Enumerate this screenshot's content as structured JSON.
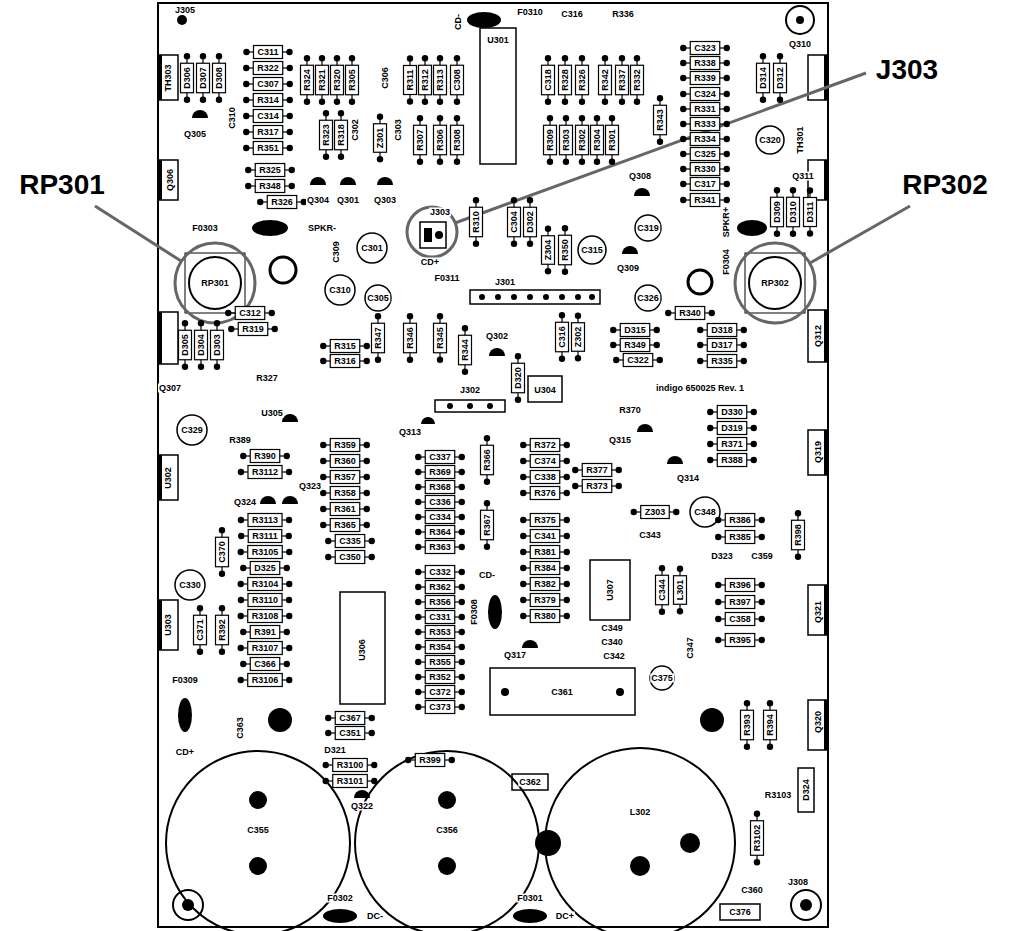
{
  "diagram": {
    "labels": [
      "RP301",
      "J303",
      "RP302",
      "J305",
      "CD-",
      "F0310",
      "C316",
      "R336",
      "Q310",
      "TH303",
      "D306",
      "D307",
      "D308",
      "C311",
      "R322",
      "C307",
      "R314",
      "C314",
      "R317",
      "R351",
      "R324",
      "R321",
      "R320",
      "R305",
      "C306",
      "R311",
      "R312",
      "R313",
      "C308",
      "U301",
      "C318",
      "R328",
      "R326",
      "R342",
      "R337",
      "R332",
      "C323",
      "R338",
      "R339",
      "C324",
      "R331",
      "R333",
      "R334",
      "C325",
      "R330",
      "C317",
      "R341",
      "D314",
      "D312",
      "C320",
      "TH301",
      "Q305",
      "C310",
      "R325",
      "R348",
      "R326",
      "F0303",
      "Q306",
      "R323",
      "R318",
      "C302",
      "Z301",
      "C303",
      "R307",
      "R306",
      "R308",
      "R309",
      "R303",
      "R302",
      "R304",
      "R301",
      "R343",
      "Q304",
      "Q301",
      "Q303",
      "Q308",
      "J303",
      "R310",
      "C304",
      "D302",
      "Z304",
      "R350",
      "C315",
      "Q309",
      "C319",
      "C326",
      "C309",
      "SPKR-",
      "C301",
      "C310",
      "C305",
      "CD+",
      "F0311",
      "J301",
      "F0304",
      "SPKR+",
      "Q311",
      "D309",
      "D310",
      "D311",
      "RP301",
      "C312",
      "R319",
      "R340",
      "RP302",
      "Q307",
      "D305",
      "D304",
      "D303",
      "R327",
      "R315",
      "R316",
      "R347",
      "R346",
      "R345",
      "R344",
      "Q302",
      "D320",
      "C316",
      "Z302",
      "U304",
      "D315",
      "R349",
      "C322",
      "D318",
      "D317",
      "R335",
      "indigo 650025 Rev. 1",
      "Q312",
      "J302",
      "Q313",
      "C329",
      "U305",
      "R389",
      "R390",
      "R3112",
      "Q323",
      "Q324",
      "U302",
      "R359",
      "R360",
      "R357",
      "R358",
      "R361",
      "R365",
      "C335",
      "C350",
      "C337",
      "R369",
      "R368",
      "C336",
      "C334",
      "R364",
      "R363",
      "R366",
      "R367",
      "R372",
      "C374",
      "C338",
      "R376",
      "R370",
      "Q315",
      "Q314",
      "R377",
      "R373",
      "D330",
      "D319",
      "R371",
      "R388",
      "Q319",
      "C370",
      "C330",
      "R3113",
      "R3111",
      "R3105",
      "D325",
      "R3104",
      "R3110",
      "R3108",
      "R391",
      "R3107",
      "C366",
      "R3106",
      "U303",
      "C371",
      "R392",
      "U306",
      "C332",
      "R362",
      "R356",
      "C331",
      "R353",
      "R354",
      "R355",
      "R352",
      "C372",
      "C373",
      "R375",
      "C341",
      "R381",
      "R384",
      "R382",
      "R379",
      "R380",
      "U307",
      "Z303",
      "C348",
      "C343",
      "C344",
      "L301",
      "C349",
      "C340",
      "C342",
      "C347",
      "C375",
      "R386",
      "R385",
      "D323",
      "C359",
      "R398",
      "R396",
      "R397",
      "C358",
      "R395",
      "Q321",
      "C361",
      "Q317",
      "CD-",
      "F0308",
      "R393",
      "R394",
      "Q320",
      "F0309",
      "CD+",
      "C363",
      "C367",
      "C351",
      "D321",
      "R3100",
      "R3101",
      "R399",
      "Q322",
      "C362",
      "C355",
      "C356",
      "L302",
      "R3102",
      "R3103",
      "D324",
      "J308",
      "C360",
      "C376",
      "F0302",
      "DC-",
      "F0301",
      "DC+"
    ]
  }
}
